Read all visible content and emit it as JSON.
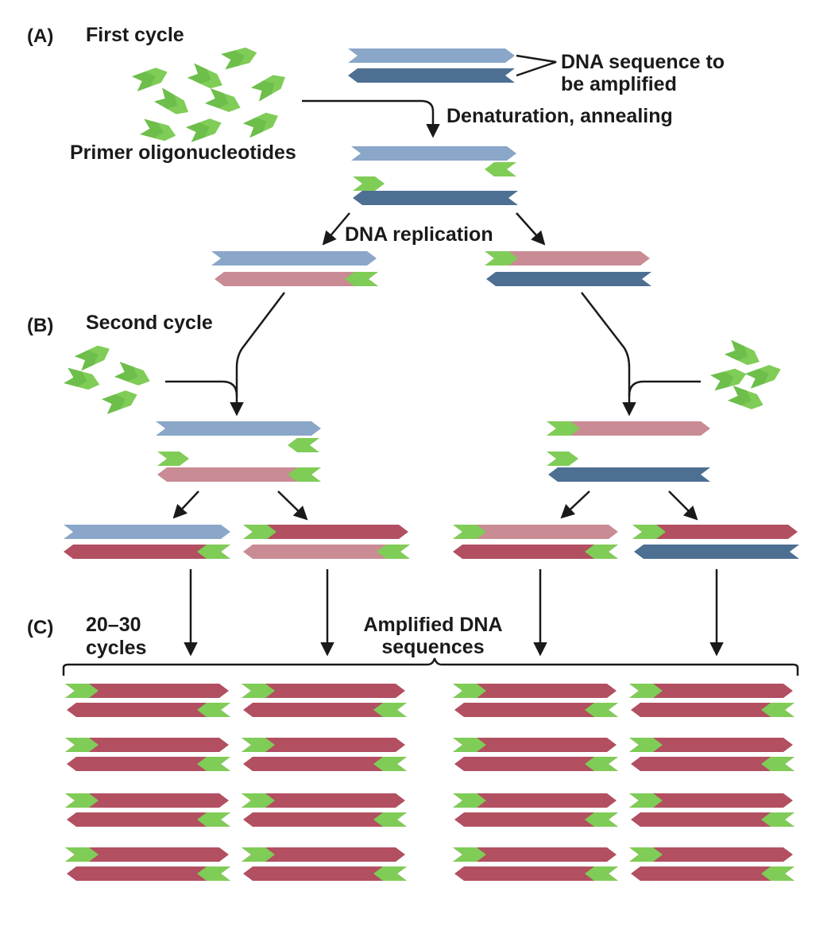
{
  "panel_a": {
    "part_label": "(A)",
    "title": "First cycle"
  },
  "panel_b": {
    "part_label": "(B)",
    "title": "Second cycle"
  },
  "panel_c": {
    "part_label": "(C)",
    "cycles_line1": "20–30",
    "cycles_line2": "cycles"
  },
  "labels": {
    "target_line1": "DNA sequence to",
    "target_line2": "be amplified",
    "denaturation": "Denaturation, annealing",
    "primers": "Primer oligonucleotides",
    "replication": "DNA replication",
    "amplified_line1": "Amplified DNA",
    "amplified_line2": "sequences"
  },
  "colors": {
    "strand_light_blue": "#8aa6c8",
    "strand_dark_blue": "#4d6f92",
    "strand_pink": "#c98b94",
    "strand_red": "#b24f61",
    "primer_green": "#7fcc57",
    "primer_dark_green": "#4ea336",
    "arrow": "#1a1a1a"
  }
}
